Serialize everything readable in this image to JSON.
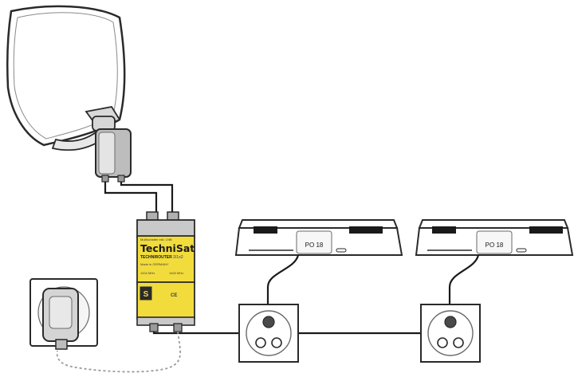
{
  "router": {
    "brand": "TechniSat",
    "model_prefix": "TECHNIROUTER",
    "model_suffix": "2/1x2",
    "subtitle": "Multischalter inkl. LNB",
    "made_in": "Made in GERMANY",
    "freq_low": "1204 MHz",
    "freq_high": "1400 MHz",
    "ce_mark": "CE",
    "badge": "S"
  },
  "receivers": [
    {
      "display": "PO 18"
    },
    {
      "display": "PO 18"
    }
  ],
  "colors": {
    "router_yellow": "#f2dc3c",
    "router_grey": "#c9c9c9",
    "cable": "#1a1a1a",
    "power_cable": "#9a9a9a",
    "outline": "#2a2a2a"
  }
}
